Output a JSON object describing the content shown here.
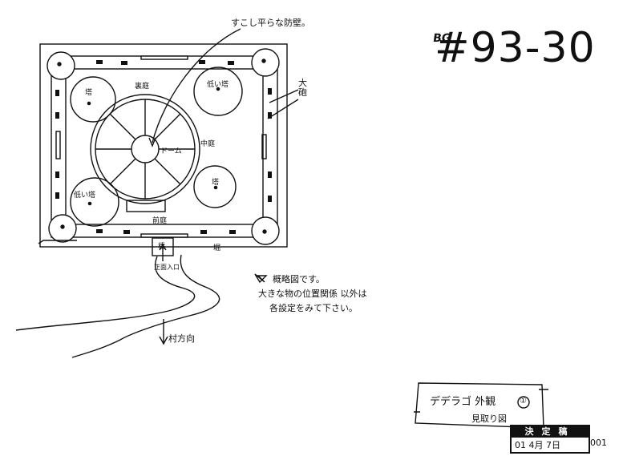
{
  "header": {
    "bg_label": "BG",
    "code": "#93-30"
  },
  "plan": {
    "arrow_note": "すこし平らな防壁。",
    "great_gun": "大\n砲",
    "back_court": "裏庭",
    "low_tower": "低い塔",
    "tower_left": "塔",
    "dome": "ドーム",
    "middle_court": "中庭",
    "tower_right": "塔",
    "low_tower_lower": "低い塔",
    "front_court": "前庭",
    "bridge": "橋",
    "moat": "堀",
    "entrance": "正面入口",
    "village": "村方向"
  },
  "notes": {
    "line1": "概略図です。",
    "line2": "大きな物の位置関係 以外は",
    "line3": "各設定をみて下さい。"
  },
  "caption": {
    "title": "デデラゴ 外観",
    "number": "①",
    "subtitle": "見取り図"
  },
  "stamp": {
    "title": "決定稿",
    "date": "01 4月 7日",
    "serial": "001"
  }
}
